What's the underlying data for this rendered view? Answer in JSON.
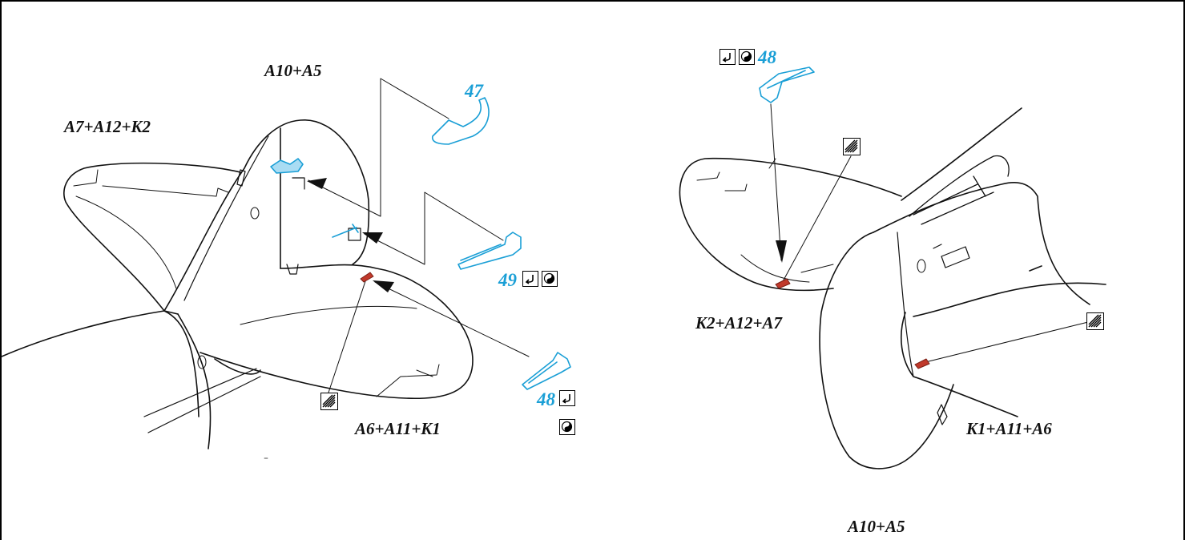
{
  "colors": {
    "accent": "#1a9fd6",
    "paint_red": "#c0392b",
    "line": "#111111"
  },
  "left_view": {
    "labels": {
      "fin_parts": "A10+A5",
      "port_tailplane": "A7+A12+K2",
      "stbd_tailplane": "A6+A11+K1"
    },
    "parts": {
      "part_47": "47",
      "part_49": "49",
      "part_48": "48"
    },
    "icons": [
      "bend-icon",
      "yin-yang-icon",
      "sanding-icon"
    ]
  },
  "right_view": {
    "labels": {
      "port_tailplane": "K2+A12+A7",
      "stbd_tailplane": "K1+A11+A6",
      "fin_parts": "A10+A5"
    },
    "parts": {
      "part_48": "48"
    },
    "icons": [
      "bend-icon",
      "yin-yang-icon",
      "sanding-icon"
    ]
  }
}
